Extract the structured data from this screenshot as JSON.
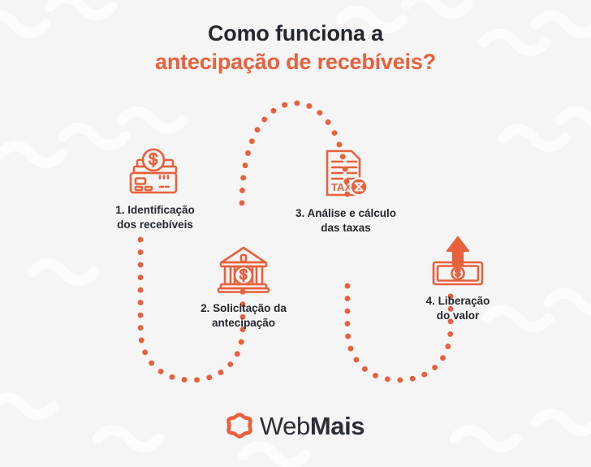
{
  "page": {
    "background_color": "#f5f5f5",
    "accent_color": "#e8603c",
    "text_color": "#23272e"
  },
  "header": {
    "title_line1": "Como funciona a",
    "title_line2": "antecipação de recebíveis?"
  },
  "steps": [
    {
      "number": "1",
      "label": "1.  Identificação\ndos recebíveis",
      "icon": "stacked-money-cards-dollar-icon"
    },
    {
      "number": "2",
      "label": "2. Solicitação da\nantecipação",
      "icon": "bank-building-dollar-icon"
    },
    {
      "number": "3",
      "label": "3. Análise e cálculo\ndas taxas",
      "icon": "tax-document-percent-icon",
      "icon_text": "TAX"
    },
    {
      "number": "4",
      "label": "4. Liberação\ndo valor",
      "icon": "banknote-up-arrow-icon"
    }
  ],
  "connector": {
    "style": "dotted-path",
    "color": "#e8603c",
    "dot_radius": 3.4
  },
  "footer": {
    "logo_mark": "quatrefoil-logo-icon",
    "logo_text_part1": "Web",
    "logo_text_part2": "Mais"
  }
}
